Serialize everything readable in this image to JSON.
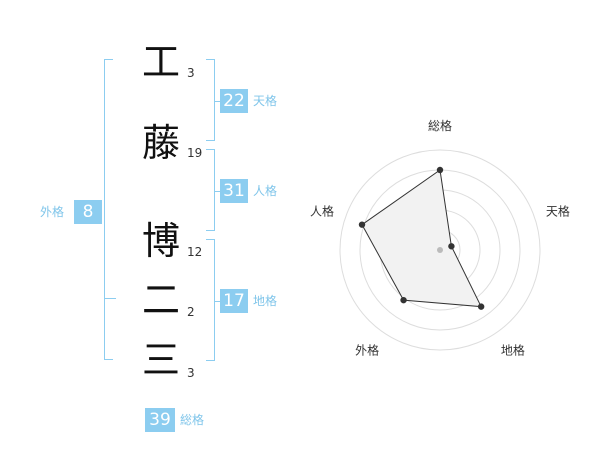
{
  "name_chars": [
    {
      "char": "工",
      "strokes": "3"
    },
    {
      "char": "藤",
      "strokes": "19"
    },
    {
      "char": "博",
      "strokes": "12"
    },
    {
      "char": "二",
      "strokes": "2"
    },
    {
      "char": "三",
      "strokes": "3"
    }
  ],
  "scores": {
    "tenkaku": {
      "value": "22",
      "label": "天格"
    },
    "jinkaku": {
      "value": "31",
      "label": "人格"
    },
    "chikaku": {
      "value": "17",
      "label": "地格"
    },
    "gaikaku": {
      "value": "8",
      "label": "外格"
    },
    "soukaku": {
      "value": "39",
      "label": "総格"
    }
  },
  "colors": {
    "accent": "#8ccdf0",
    "label": "#7fc5ea"
  },
  "chart_data": {
    "type": "radar",
    "axes": [
      "総格",
      "天格",
      "地格",
      "外格",
      "人格"
    ],
    "values": [
      0.8,
      0.12,
      0.7,
      0.62,
      0.82
    ],
    "range": [
      0,
      1
    ],
    "rings": 5
  }
}
